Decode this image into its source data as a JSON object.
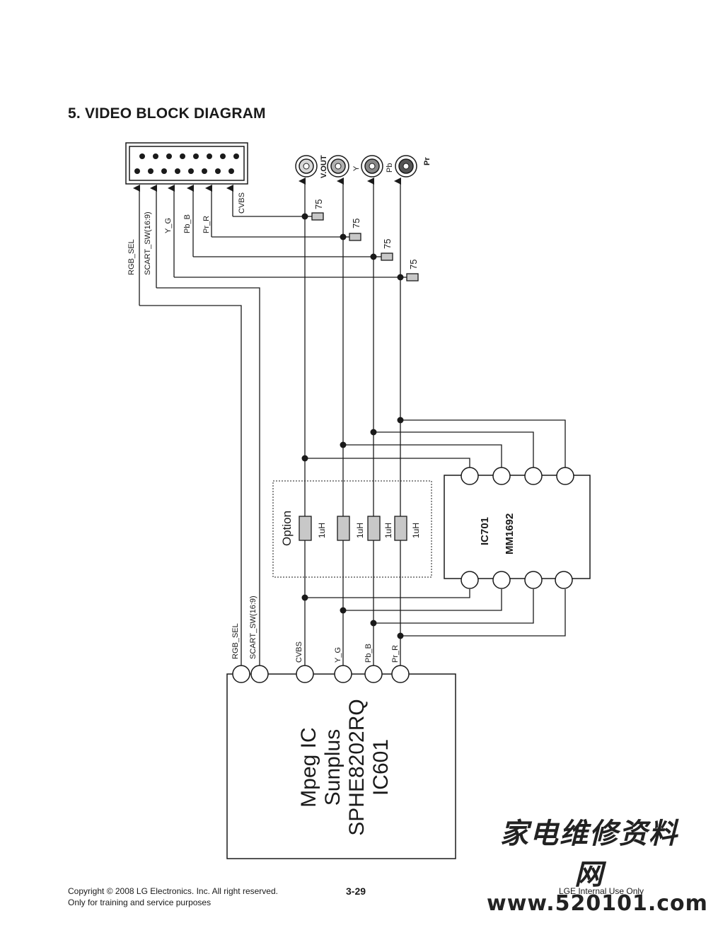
{
  "title": "5. VIDEO BLOCK DIAGRAM",
  "scart": {
    "labels": [
      "RGB_SEL",
      "SCART_SW(16:9)",
      "Y_G",
      "Pb_B",
      "Pr_R",
      "CVBS"
    ]
  },
  "jacks": [
    "V.OUT",
    "Y",
    "Pb",
    "Pr"
  ],
  "resistors": [
    "75",
    "75",
    "75",
    "75"
  ],
  "option": {
    "label": "Option",
    "inductors": [
      "1uH",
      "1uH",
      "1uH",
      "1uH"
    ]
  },
  "ic701": {
    "ref": "IC701",
    "part": "MM1692"
  },
  "mpeg": {
    "lines": [
      "Mpeg IC",
      "Sunplus",
      "SPHE8202RQ",
      "IC601"
    ],
    "pins": [
      "RGB_SEL",
      "SCART_SW(16:9)",
      "CVBS",
      "Y_G",
      "Pb_B",
      "Pr_R"
    ]
  },
  "footer": {
    "copyright": "Copyright © 2008 LG Electronics. Inc. All right reserved.",
    "purpose": "Only for training and service purposes",
    "page": "3-29",
    "internal": "LGE Internal Use Only"
  },
  "watermark": {
    "cn": "家电维修资料网",
    "url": "www.520101.com"
  },
  "colors": {
    "ink": "#1a1a1a",
    "resistor": "#c8c8c8",
    "vout_jack": "#d8d8d8",
    "y_jack": "#b0b0b0",
    "pb_jack": "#888888",
    "pr_jack": "#555555"
  }
}
